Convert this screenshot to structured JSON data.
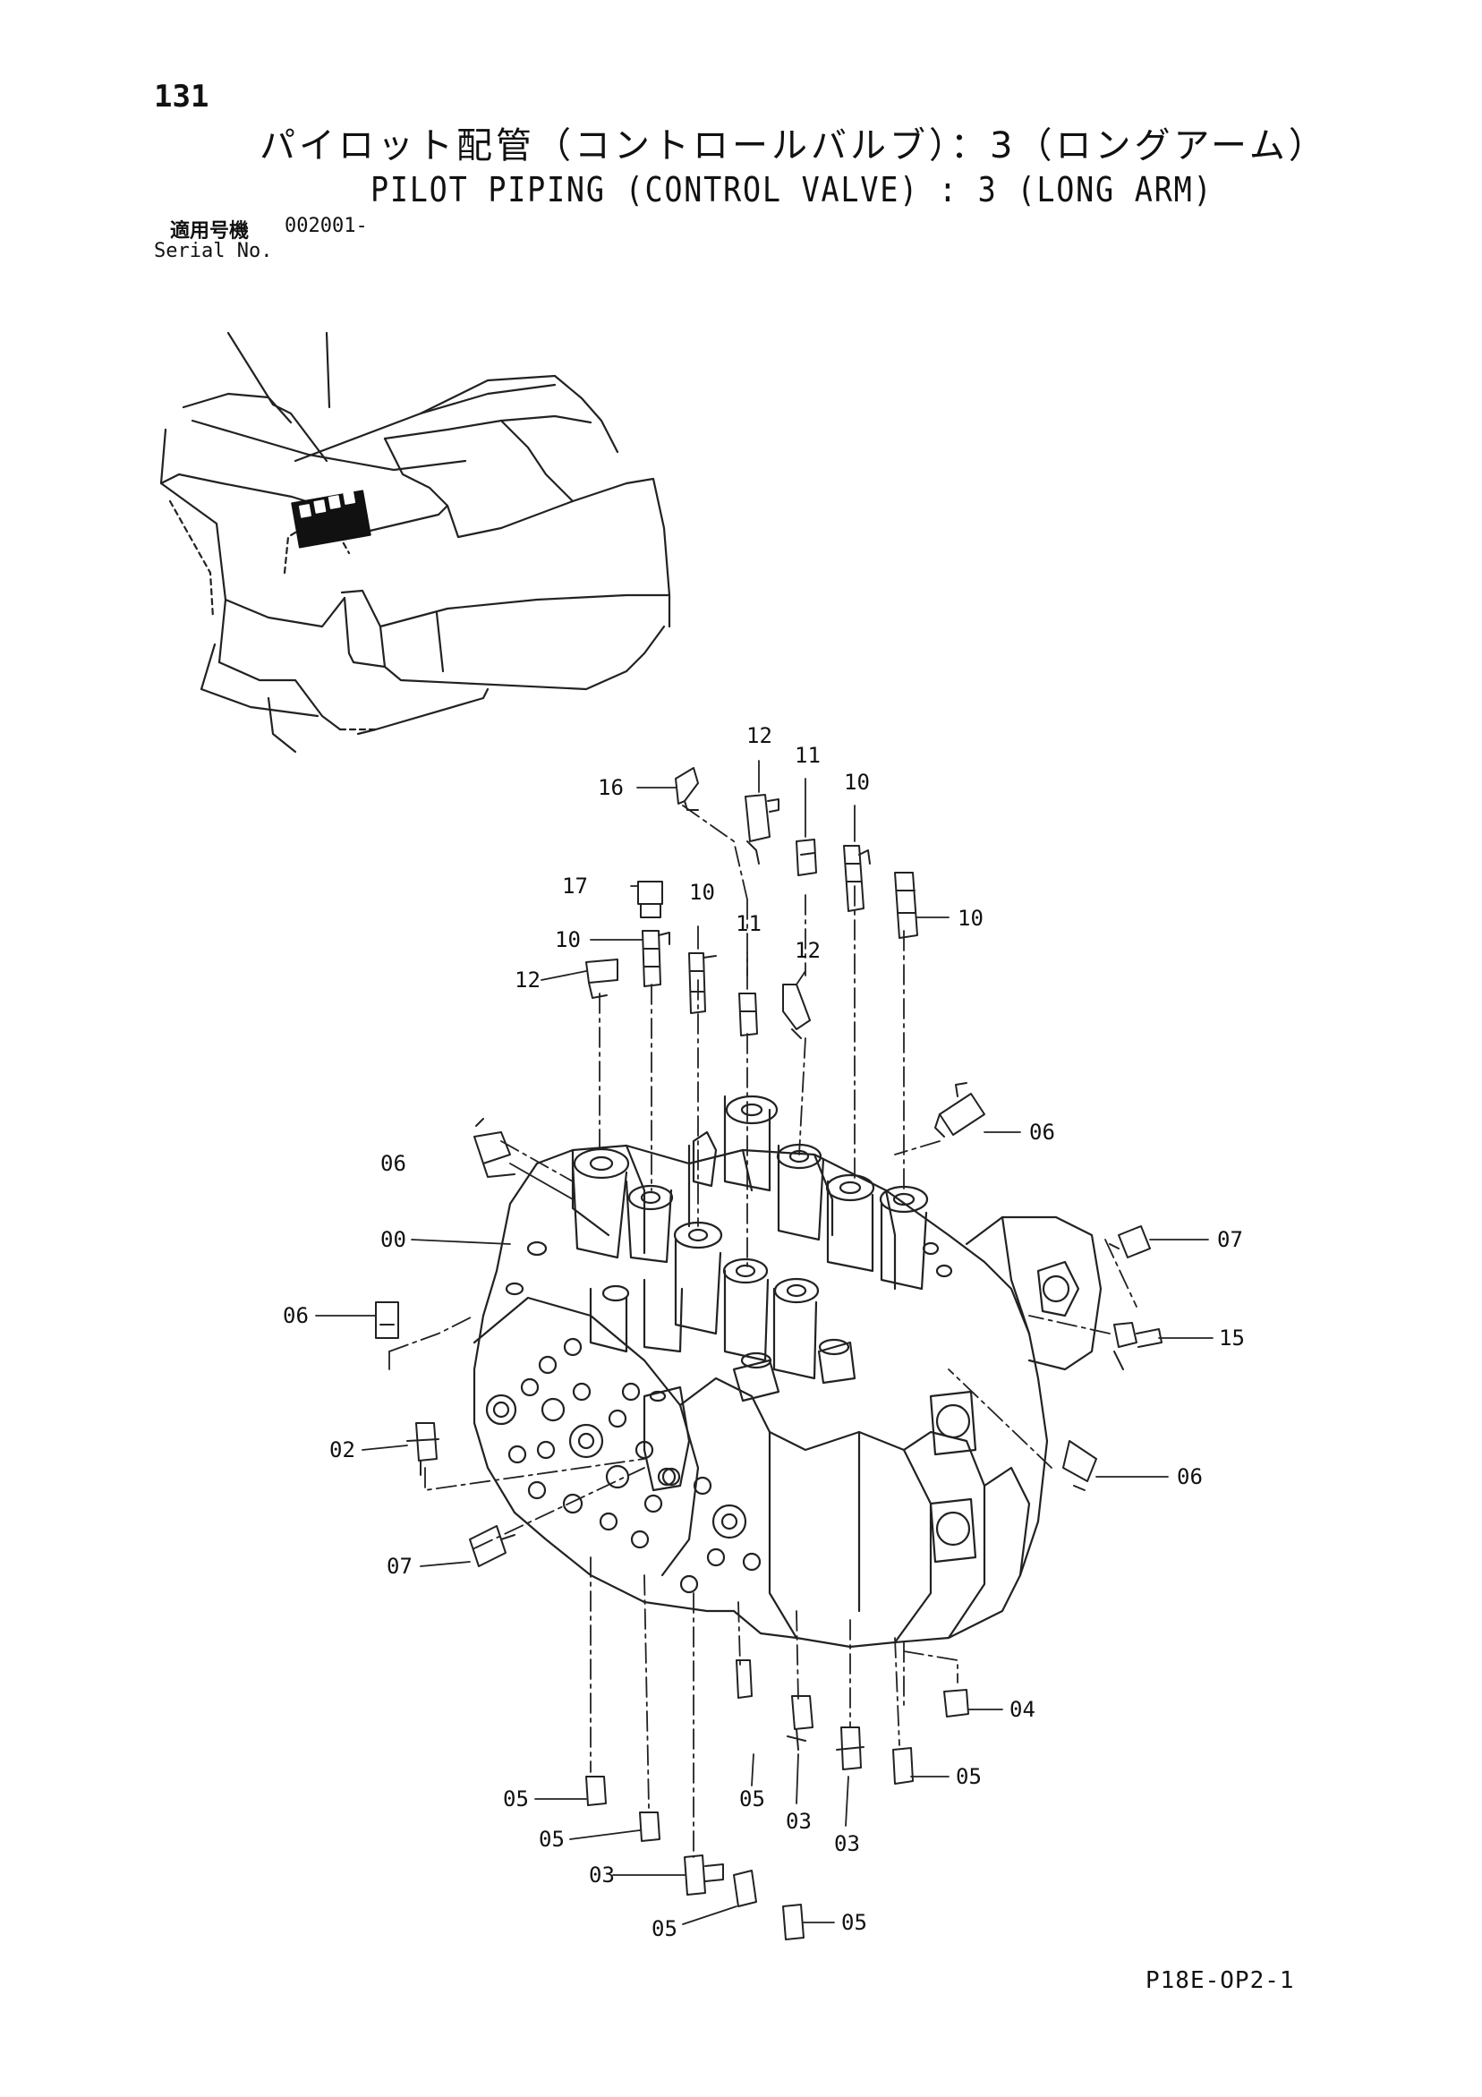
{
  "page_number": "131",
  "title_jp": "パイロット配管（コントロールバルブ）：3（ロングアーム）",
  "title_en": "PILOT PIPING (CONTROL VALVE) : 3 (LONG ARM)",
  "serial": {
    "label_jp": "適用号機",
    "value": "002001-",
    "label_en": "Serial No."
  },
  "page_code": "P18E-OP2-1",
  "callouts": [
    "16",
    "12",
    "11",
    "10",
    "17",
    "10",
    "11",
    "10",
    "10",
    "12",
    "12",
    "06",
    "06",
    "00",
    "07",
    "06",
    "15",
    "02",
    "06",
    "07",
    "04",
    "05",
    "05",
    "03",
    "03",
    "05",
    "05",
    "03",
    "05",
    "05"
  ]
}
